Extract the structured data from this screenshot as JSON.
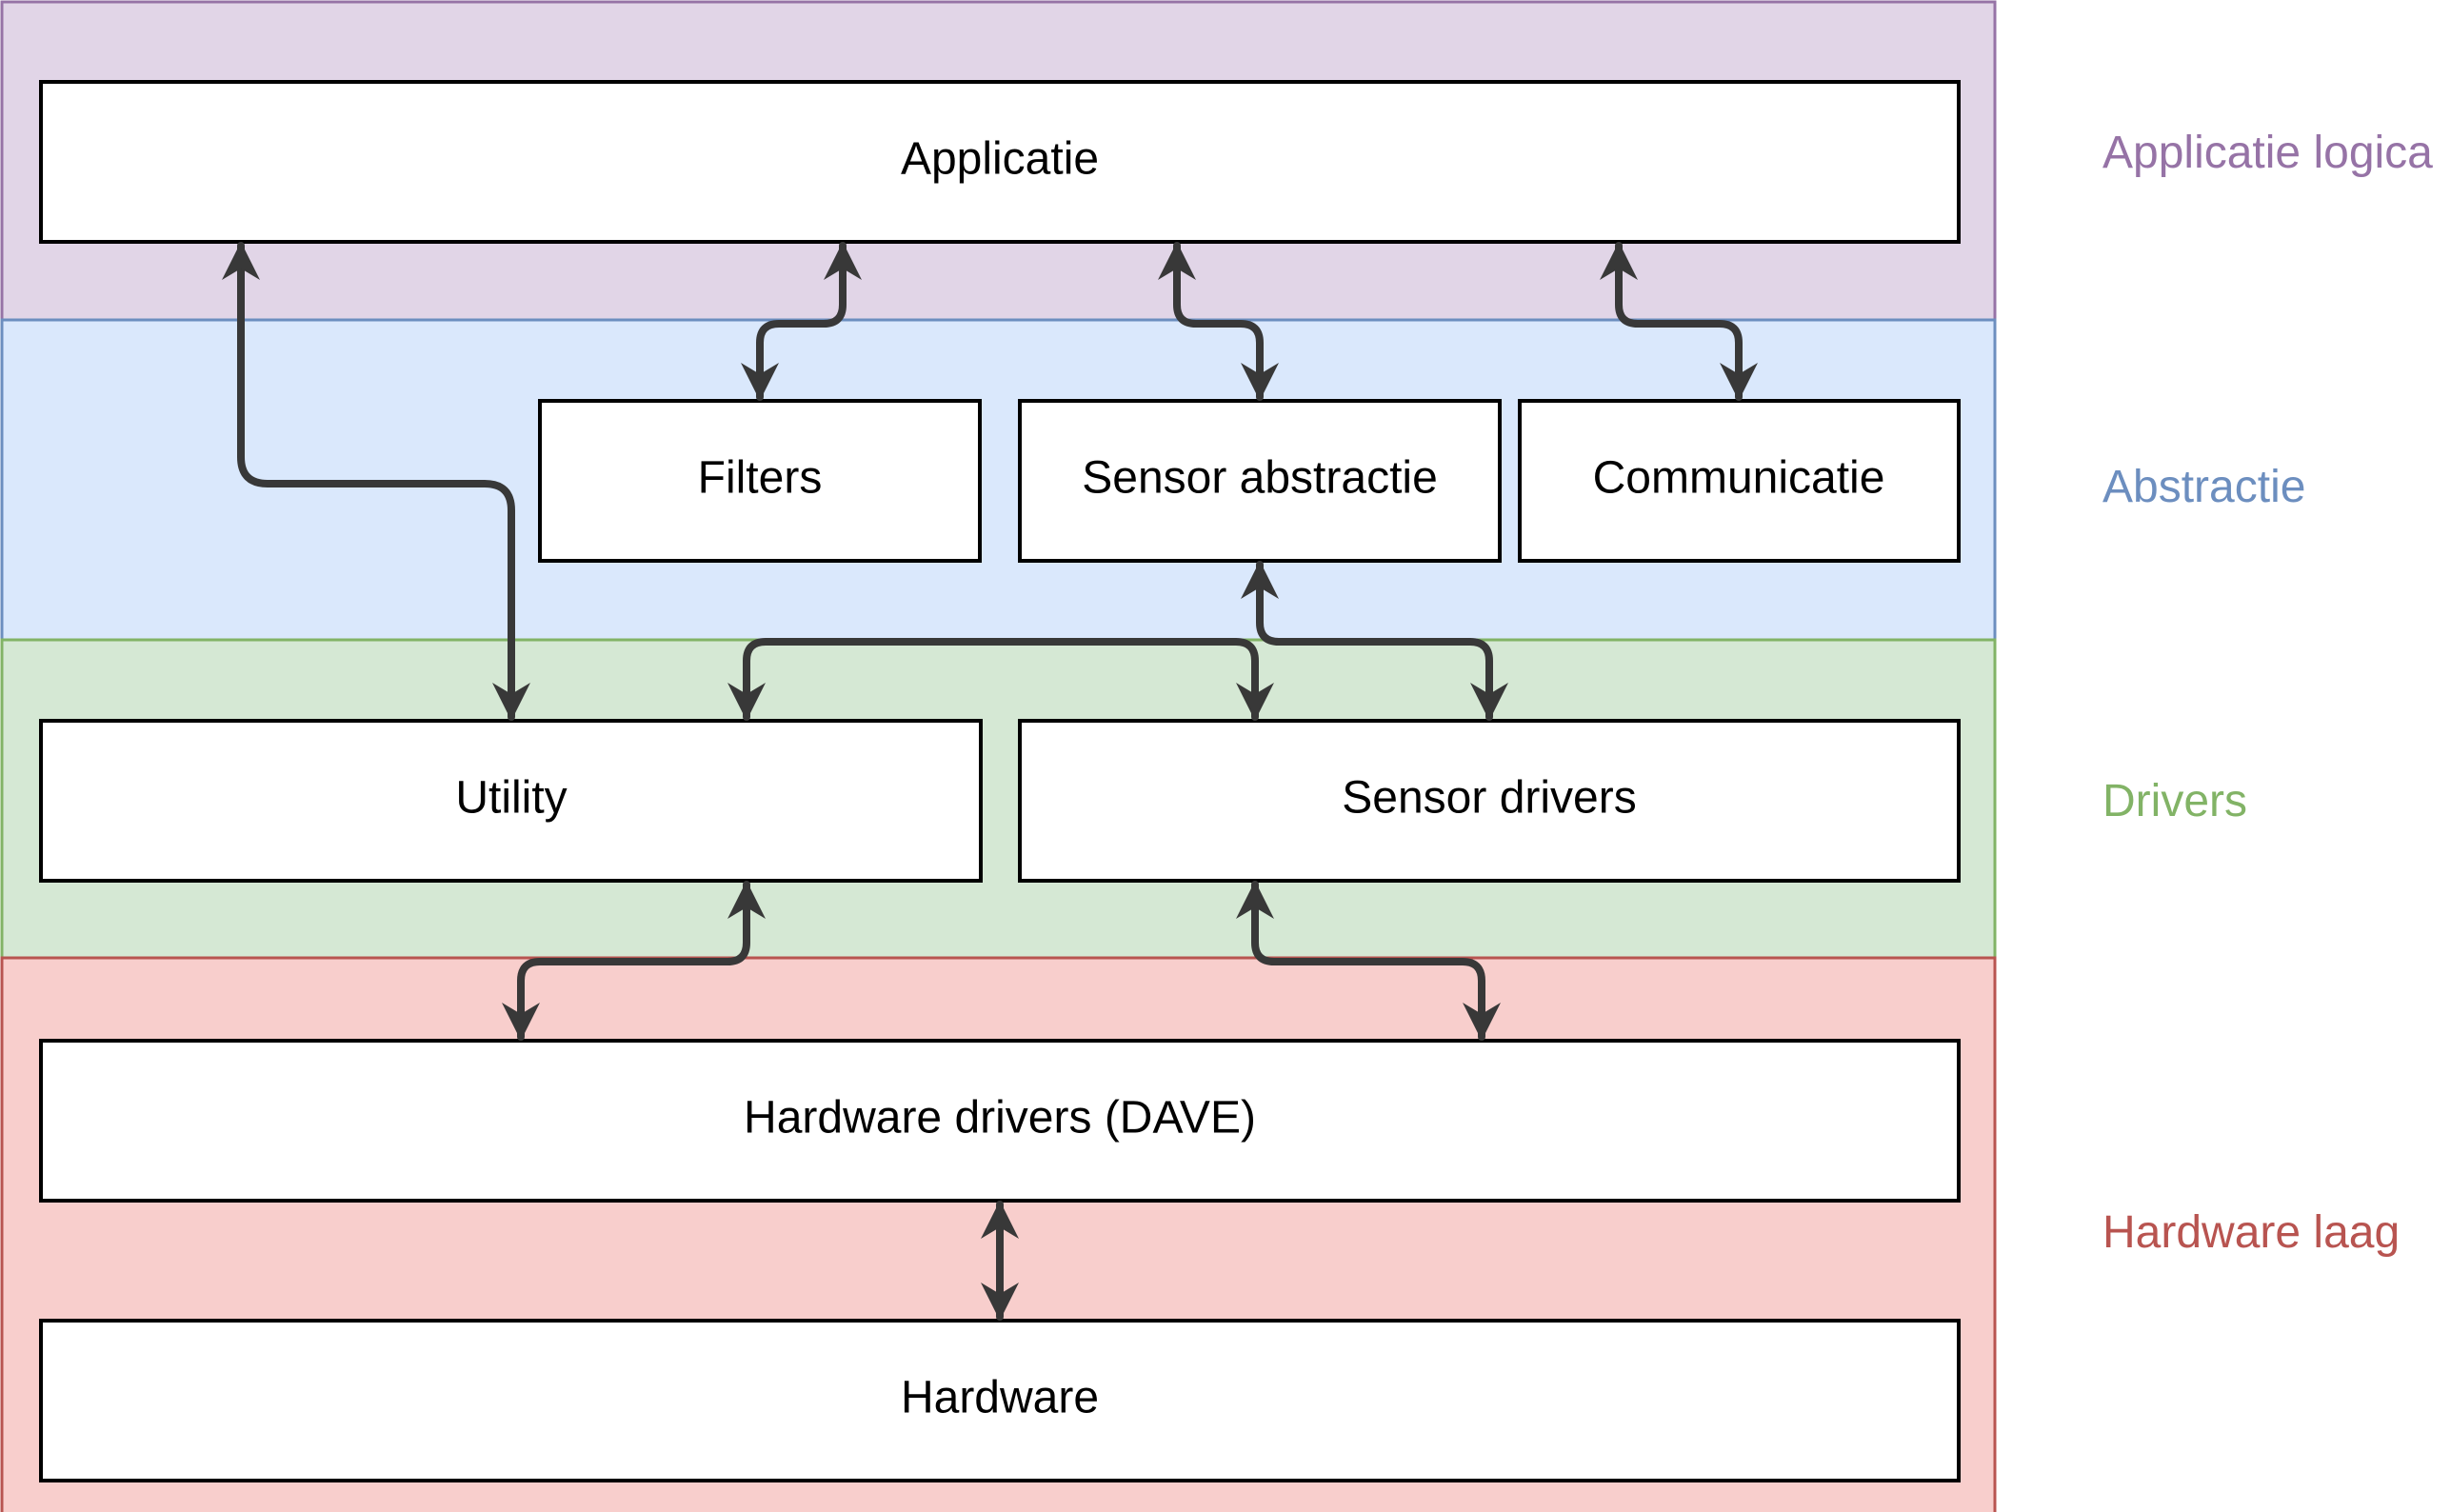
{
  "layers": [
    {
      "id": "app",
      "label": "Applicatie logica",
      "fill": "#e1d5e7",
      "stroke": "#9673a6"
    },
    {
      "id": "abstr",
      "label": "Abstractie",
      "fill": "#dae8fc",
      "stroke": "#6c8ebf"
    },
    {
      "id": "drv",
      "label": "Drivers",
      "fill": "#d5e8d4",
      "stroke": "#82b366"
    },
    {
      "id": "hw",
      "label": "Hardware laag",
      "fill": "#f8cecc",
      "stroke": "#b85450"
    }
  ],
  "boxes": {
    "applicatie": "Applicatie",
    "filters": "Filters",
    "sensor_abstractie": "Sensor abstractie",
    "communicatie": "Communicatie",
    "utility": "Utility",
    "sensor_drivers": "Sensor drivers",
    "hardware_drivers": "Hardware drivers (DAVE)",
    "hardware": "Hardware"
  },
  "colors": {
    "arrow": "#383838",
    "box_fill": "#ffffff",
    "box_stroke": "#000000"
  }
}
